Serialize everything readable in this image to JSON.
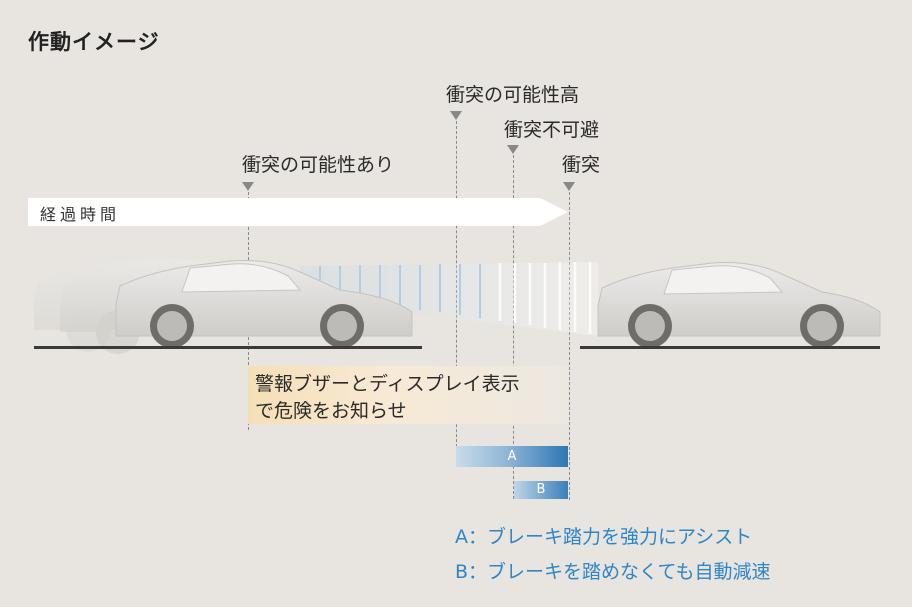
{
  "title": "作動イメージ",
  "stages": {
    "possible": "衝突の可能性あり",
    "high": "衝突の可能性高",
    "unavoidable": "衝突不可避",
    "collision": "衝突"
  },
  "timeline_label": "経過時間",
  "warning": {
    "line1": "警報ブザーとディスプレイ表示",
    "line2": "で危険をお知らせ"
  },
  "bars": {
    "a_label": "A",
    "b_label": "B"
  },
  "legend": {
    "a": "A：ブレーキ踏力を強力にアシスト",
    "b": "B：ブレーキを踏めなくても自動減速"
  },
  "colors": {
    "background": "#e8e5e0",
    "accent_blue": "#2f86c6",
    "warning_orange": "#f6dfb6",
    "car_body": "#d9d7d3"
  }
}
